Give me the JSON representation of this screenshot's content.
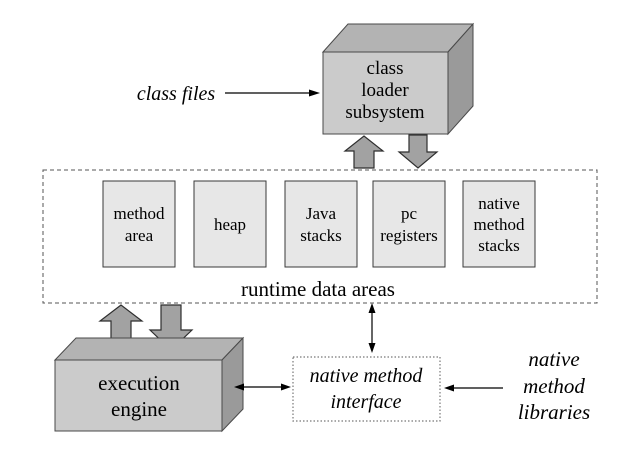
{
  "diagram": {
    "class_files": {
      "label": "class files"
    },
    "class_loader": {
      "lines": [
        "class",
        "loader",
        "subsystem"
      ]
    },
    "runtime": {
      "caption": "runtime data areas",
      "boxes": [
        {
          "lines": [
            "method",
            "area"
          ]
        },
        {
          "lines": [
            "heap"
          ]
        },
        {
          "lines": [
            "Java",
            "stacks"
          ]
        },
        {
          "lines": [
            "pc",
            "registers"
          ]
        },
        {
          "lines": [
            "native",
            "method",
            "stacks"
          ]
        }
      ]
    },
    "execution_engine": {
      "lines": [
        "execution",
        "engine"
      ]
    },
    "native_method_interface": {
      "lines": [
        "native method",
        "interface"
      ]
    },
    "native_method_libraries": {
      "lines": [
        "native",
        "method",
        "libraries"
      ]
    }
  },
  "colors": {
    "background": "#ffffff",
    "box_front": "#cbcbcb",
    "box_top": "#b3b3b3",
    "box_side": "#9a9a9a",
    "inner_box_fill": "#e7e7e7",
    "block_arrow_fill": "#a2a2a2",
    "interface_box_fill": "#ffffff"
  }
}
